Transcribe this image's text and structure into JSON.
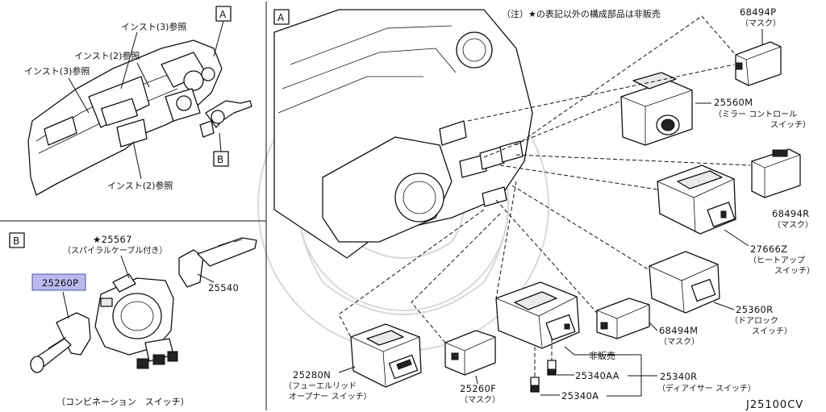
{
  "drawing_number": "J25100CV",
  "note": "（注）★の表記以外の構成部品は非販売",
  "panel_a": {
    "box_label": "A"
  },
  "panel_b": {
    "box_label": "B",
    "caption": "（コンビネーション　スイッチ）"
  },
  "overview": {
    "box_a": "A",
    "box_b": "B",
    "ref_insta3_top": "インスト(3)参照",
    "ref_insta2_top": "インスト(2)参照",
    "ref_insta3_left": "インスト(3)参照",
    "ref_insta2_bottom": "インスト(2)参照"
  },
  "parts": {
    "p68494P": {
      "code": "68494P",
      "name": "（マスク）"
    },
    "p25560M": {
      "code": "25560M",
      "name1": "（ミラー コントロール",
      "name2": "スイッチ）"
    },
    "p68494R": {
      "code": "68494R",
      "name": "（マスク）"
    },
    "p27666Z": {
      "code": "27666Z",
      "name1": "（ヒートアップ",
      "name2": "スイッチ）"
    },
    "p25360R": {
      "code": "25360R",
      "name1": "（ドアロック",
      "name2": "スイッチ）"
    },
    "p68494M": {
      "code": "68494M",
      "name": "（マスク）"
    },
    "not_for_sale": "非販売",
    "p25340AA": {
      "code": "25340AA"
    },
    "p25340R": {
      "code": "25340R",
      "name": "（ディアイサー スイッチ）"
    },
    "p25340A": {
      "code": "25340A"
    },
    "p25260F": {
      "code": "25260F",
      "name": "（マスク）"
    },
    "p25280N": {
      "code": "25280N",
      "name1": "（フューエルリッド",
      "name2": "オープナー スイッチ）"
    },
    "p25567": {
      "code": "★25567",
      "name": "（スパイラルケーブル付き）"
    },
    "p25260P": {
      "code": "25260P"
    },
    "p25540": {
      "code": "25540"
    }
  },
  "colors": {
    "highlight": "#b9b9ee",
    "highlight_border": "#5555aa"
  }
}
